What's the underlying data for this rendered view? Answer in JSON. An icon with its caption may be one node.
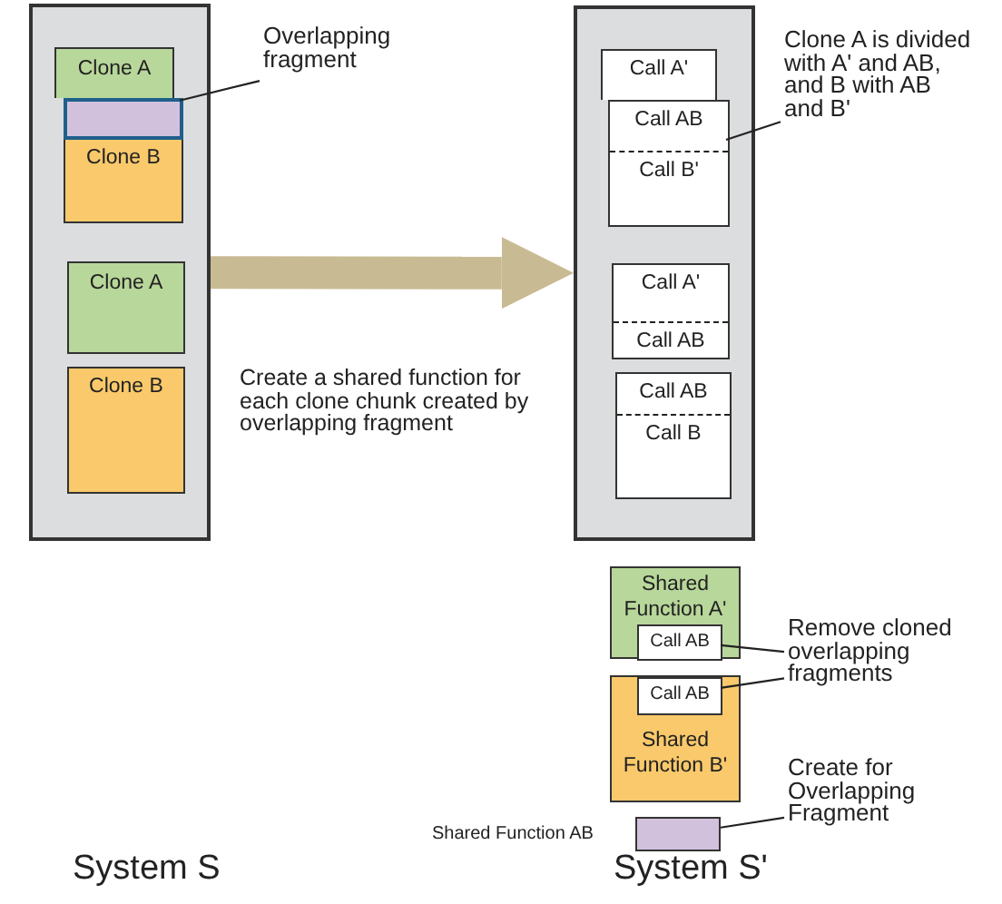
{
  "diagram": {
    "nodes": [
      {
        "text": [],
        "shape": "box"
      },
      {
        "text": [
          "Clone A"
        ],
        "in": 0
      },
      {
        "text": [
          "Clone B"
        ],
        "in": 0
      },
      {
        "text": [],
        "shape": "box",
        "in": 0
      },
      {
        "text": [
          "Overlapping fragment"
        ]
      },
      {
        "text": [
          "Clone A"
        ],
        "in": 0
      },
      {
        "text": [
          "Clone B"
        ],
        "in": 0
      },
      {
        "text": [],
        "shape": "box"
      },
      {
        "text": [
          "Call A'"
        ],
        "in": 7
      },
      {
        "text": [
          "Call AB",
          "Call B'"
        ],
        "in": 7
      },
      {
        "text": [
          "Clone A is divided with A' and AB, and B with AB and B'"
        ]
      },
      {
        "text": [
          "Call A'",
          "Call AB"
        ],
        "in": 7
      },
      {
        "text": [
          "Call AB",
          "Call B"
        ],
        "in": 7
      },
      {
        "text": [
          "Shared Function A'"
        ]
      },
      {
        "text": [
          "Call AB"
        ],
        "in": 13
      },
      {
        "text": [
          "Shared Function B'"
        ]
      },
      {
        "text": [
          "Call AB"
        ],
        "in": 15
      },
      {
        "text": [
          "Remove cloned overlapping fragments"
        ]
      },
      {
        "text": [],
        "shape": "box",
        "beside": [
          "Shared Function AB"
        ]
      },
      {
        "text": [
          "Create for Overlapping Fragment"
        ]
      }
    ],
    "edges": [
      {
        "from": 4,
        "to": 3,
        "arrow": "none"
      },
      {
        "from": 0,
        "to": 7,
        "arrow": "to",
        "label": "Create a shared function for each clone chunk created by overlapping fragment",
        "style": "thick",
        "color": "#c8bb93"
      },
      {
        "from": 10,
        "to": 9,
        "arrow": "none"
      },
      {
        "from": 17,
        "to": 14,
        "arrow": "none"
      },
      {
        "from": 17,
        "to": 16,
        "arrow": "none"
      },
      {
        "from": 19,
        "to": 18,
        "arrow": "none"
      }
    ],
    "labels": [
      "System S",
      "System S'"
    ]
  }
}
